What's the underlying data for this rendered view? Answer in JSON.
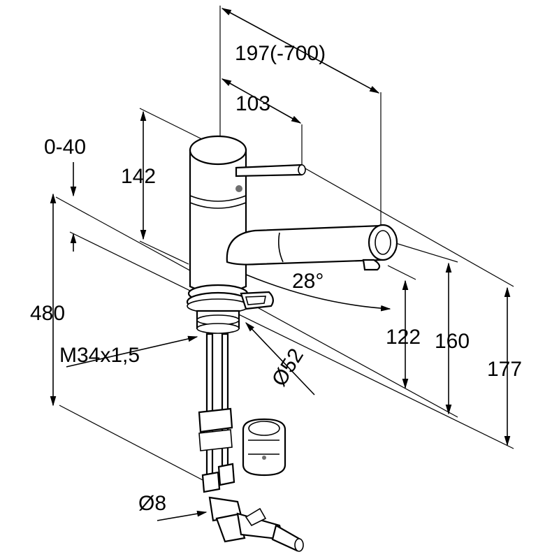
{
  "labels": {
    "dim_197": "197(-700)",
    "dim_103": "103",
    "dim_0_40": "0-40",
    "dim_142": "142",
    "dim_480": "480",
    "dim_angle": "28°",
    "dim_122": "122",
    "dim_160": "160",
    "dim_177": "177",
    "thread": "M34x1,5",
    "dia_52": "Ø52",
    "dia_8": "Ø8"
  }
}
